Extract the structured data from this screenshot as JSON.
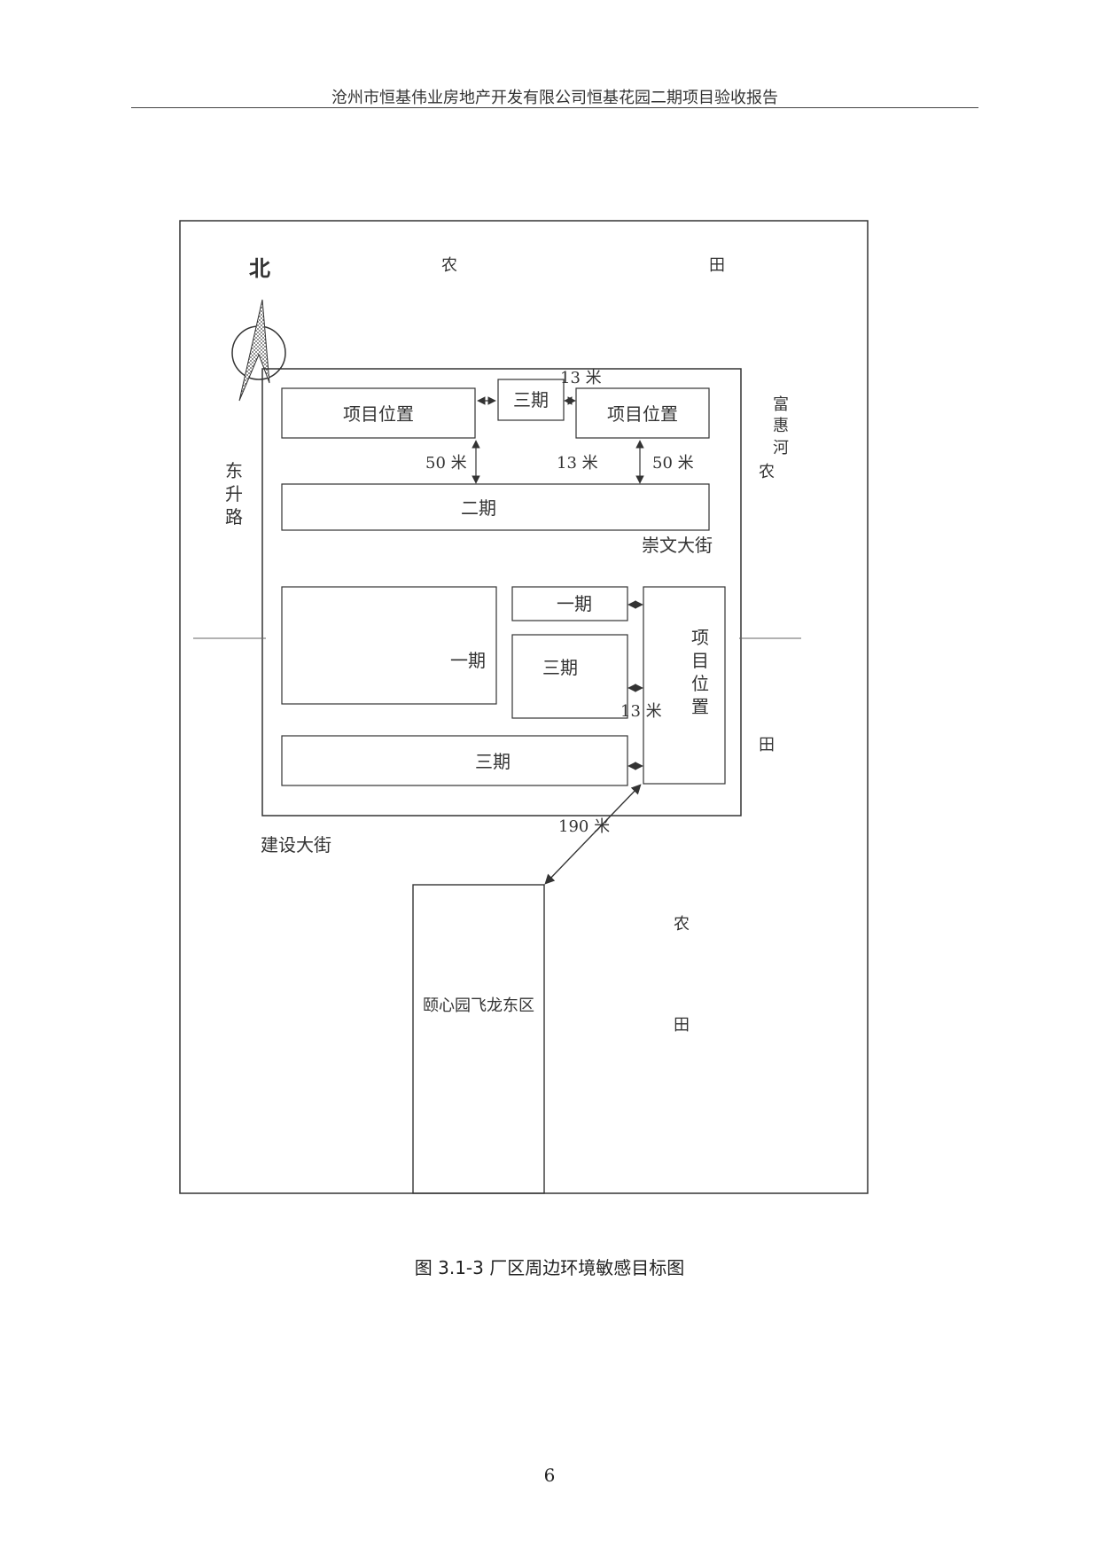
{
  "header": {
    "title": "沧州市恒基伟业房地产开发有限公司恒基花园二期项目验收报告"
  },
  "diagram": {
    "north": "北",
    "farmland_top_left": "农",
    "farmland_top_right": "田",
    "river": "富惠河",
    "farmland_right_1": "农",
    "farmland_right_2": "田",
    "road_west": [
      "东",
      "升",
      "路"
    ],
    "street_middle": "崇文大街",
    "street_south": "建设大街",
    "project_a": "项目位置",
    "phase3_small": "三期",
    "project_b": "项目位置",
    "dist_13_top": "13 米",
    "dist_50_left": "50 米",
    "dist_13_mid": "13 米",
    "dist_50_right": "50 米",
    "phase2_band": "二期",
    "phase1_big": "一期",
    "phase1_small": "一期",
    "phase3_mid": "三期",
    "project_c": [
      "项",
      "目",
      "位",
      "置"
    ],
    "dist_13_right": "13 米",
    "phase3_bottom": "三期",
    "dist_190": "190 米",
    "residential": "颐心园飞龙东区",
    "farmland_bottom_1": "农",
    "farmland_bottom_2": "田"
  },
  "caption": "图 3.1-3  厂区周边环境敏感目标图",
  "page_number": "6"
}
